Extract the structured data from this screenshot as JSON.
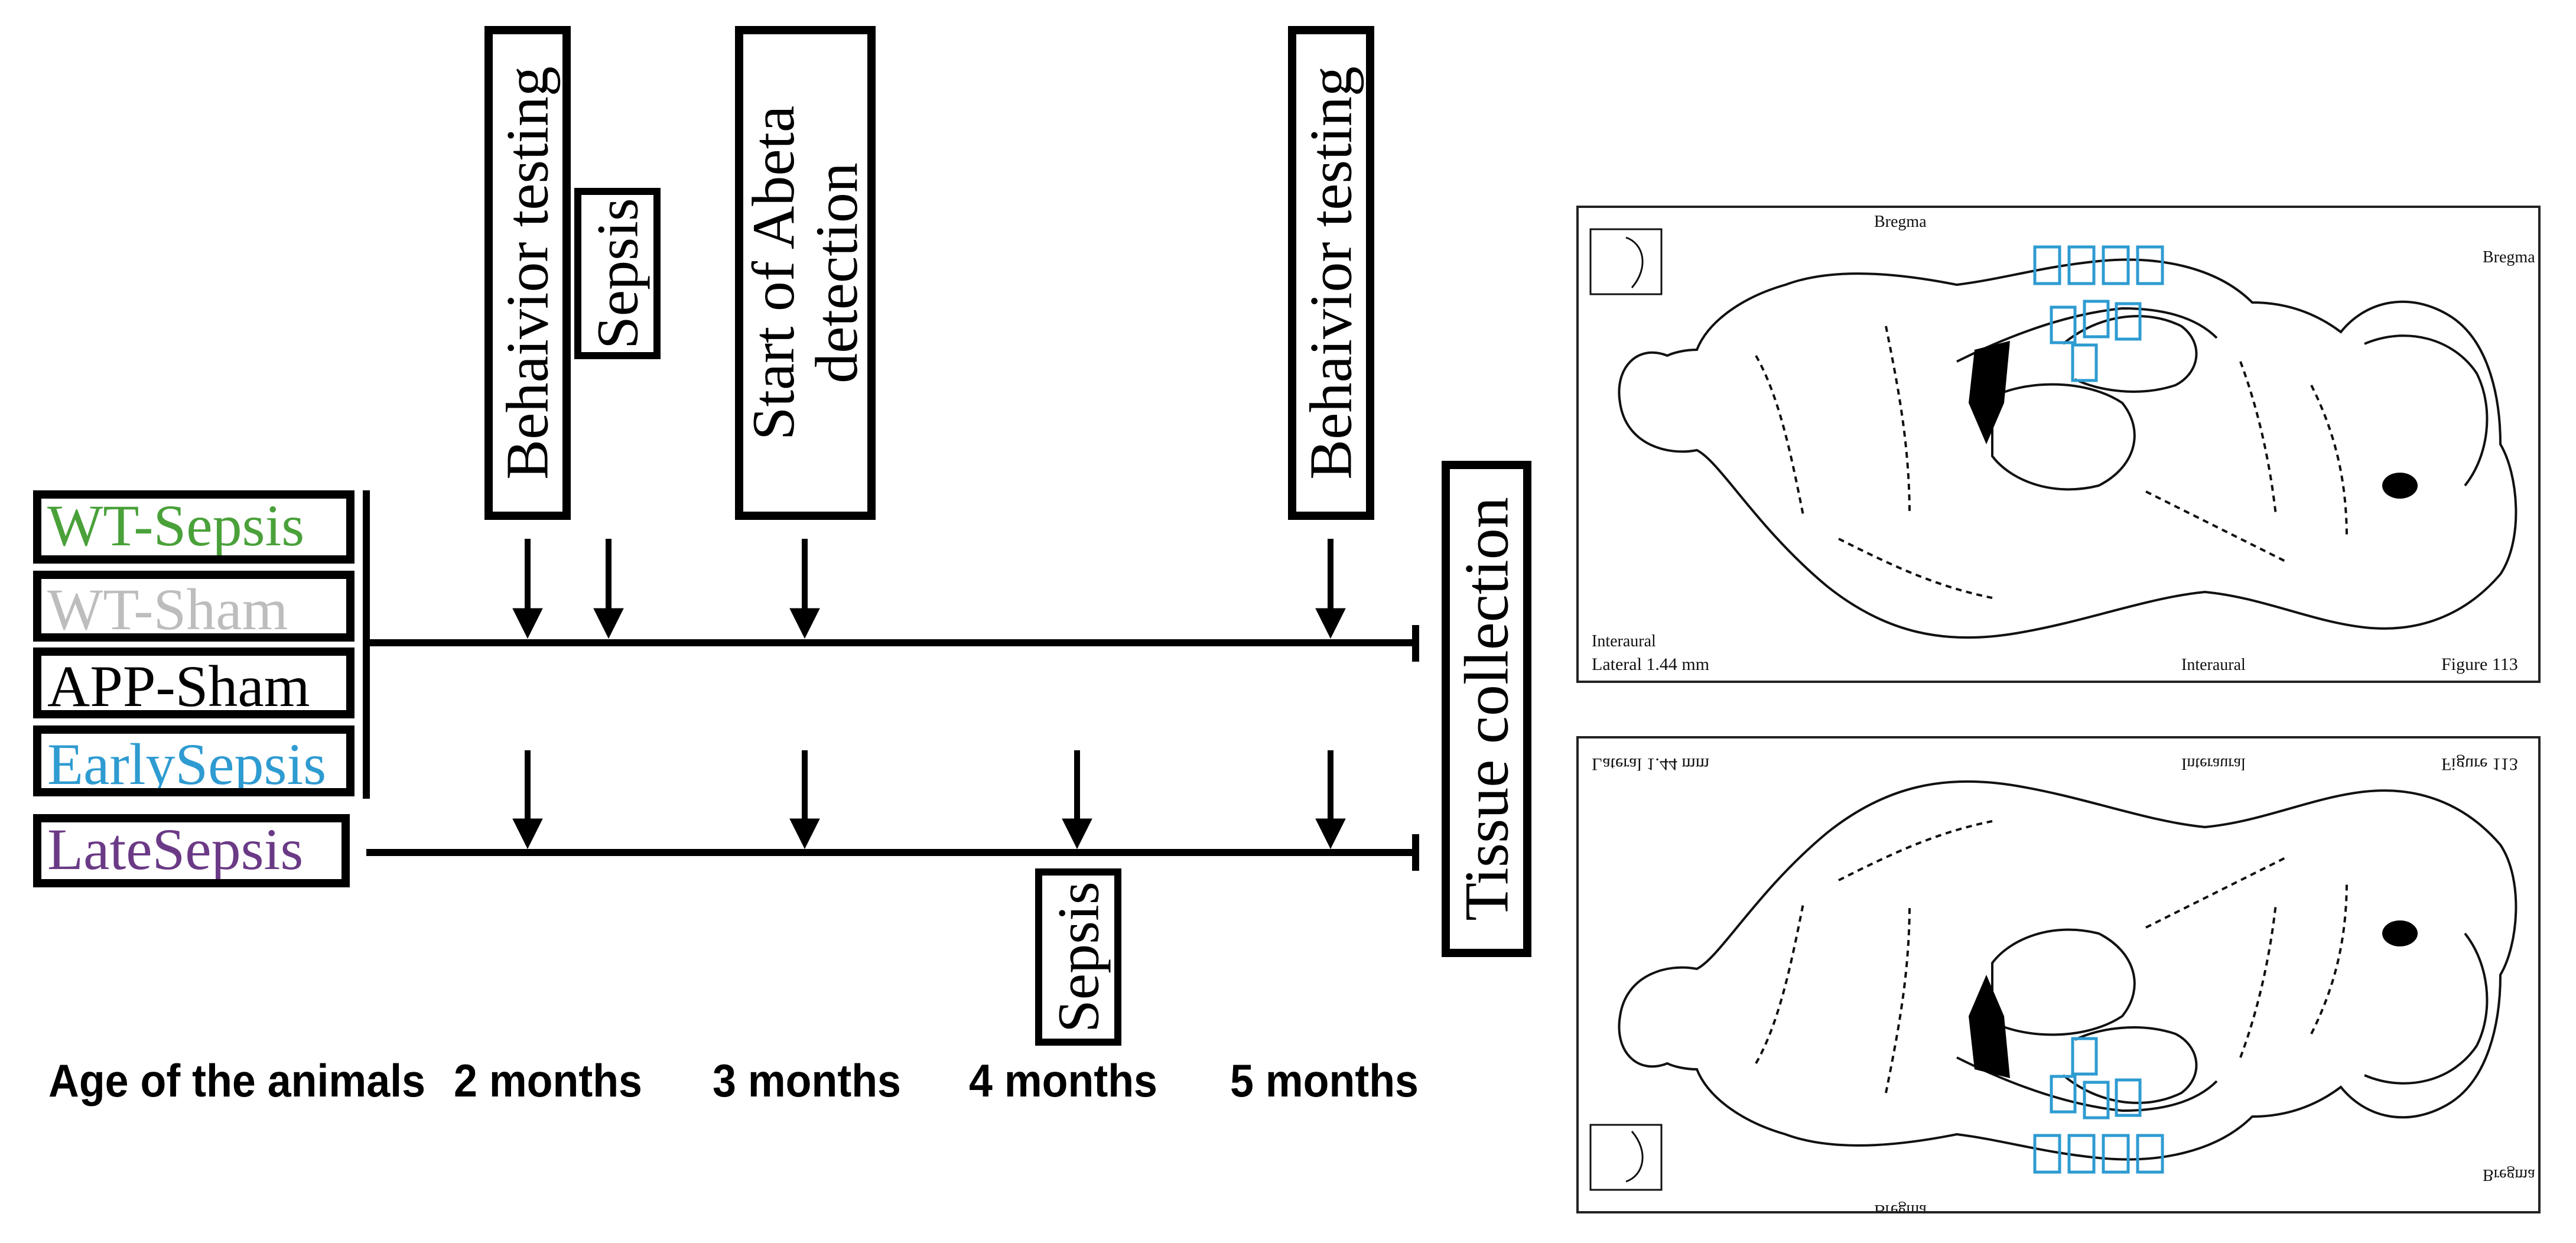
{
  "groups": [
    {
      "label": "WT-Sepsis",
      "color": "#4aa13a"
    },
    {
      "label": "WT-Sham",
      "color": "#bdbdbd"
    },
    {
      "label": "APP-Sham",
      "color": "#000000"
    },
    {
      "label": "EarlySepsis",
      "color": "#2e9bd1"
    },
    {
      "label": "LateSepsis",
      "color": "#6b3a86"
    }
  ],
  "events": {
    "behavior_testing_1": "Behaivior testing",
    "sepsis_early": "Sepsis",
    "abeta_line1": "Start of Abeta",
    "abeta_line2": "detection",
    "behavior_testing_2": "Behaivior testing",
    "sepsis_late": "Sepsis",
    "tissue_collection": "Tissue collection"
  },
  "ages": {
    "label": "Age of the animals",
    "m2": "2 months",
    "m3": "3 months",
    "m4": "4 months",
    "m5": "5 months"
  },
  "atlas": {
    "bregma": "Bregma",
    "interaural": "Interaural",
    "lateral": "Lateral 1.44 mm",
    "figure": "Figure 113",
    "roi_color": "#2e9bd1"
  }
}
